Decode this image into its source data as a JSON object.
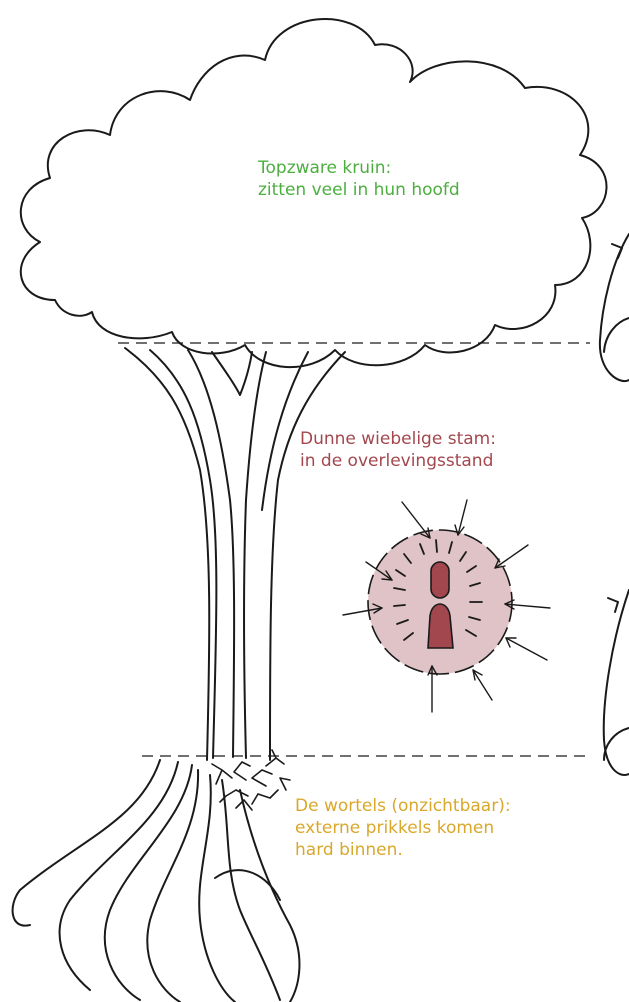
{
  "crown": {
    "line1": "Topzware kruin:",
    "line2": "zitten veel in hun hoofd",
    "color": "#4cae3f"
  },
  "trunk": {
    "line1": "Dunne wiebelige stam:",
    "line2": "in de overlevingsstand",
    "color": "#a3474e"
  },
  "roots": {
    "line1": "De wortels (onzichtbaar):",
    "line2": "externe prikkels komen",
    "line3": "hard binnen.",
    "color": "#d9a82b"
  },
  "colors": {
    "stroke": "#1a1a1a",
    "figure": "#a3474e",
    "halo": "#dfc3c6"
  },
  "icons": {
    "person": "person-icon",
    "arrows": "inward-arrow-icon"
  }
}
